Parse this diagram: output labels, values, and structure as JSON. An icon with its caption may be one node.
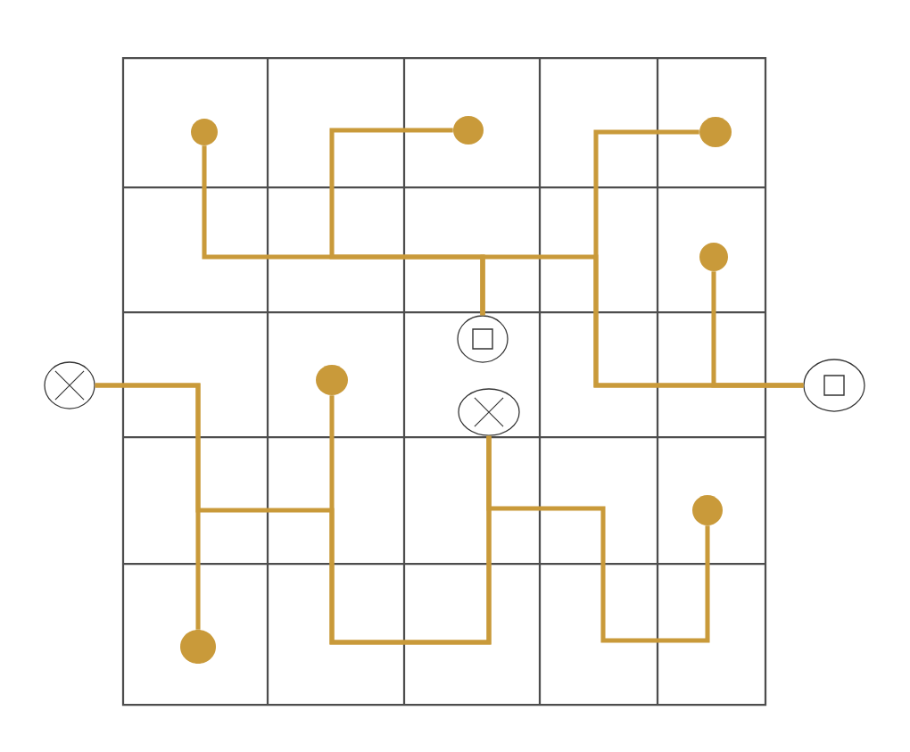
{
  "diagram": {
    "nodes": [
      {
        "text": [],
        "shape": "dot"
      },
      {
        "text": [],
        "shape": "dot"
      },
      {
        "text": [],
        "shape": "dot"
      },
      {
        "text": [],
        "shape": "dot"
      },
      {
        "text": [],
        "shape": "circle"
      },
      {
        "text": [],
        "shape": "circle"
      },
      {
        "text": [],
        "shape": "dot"
      },
      {
        "text": [],
        "shape": "circle"
      },
      {
        "text": [],
        "shape": "circle"
      },
      {
        "text": [],
        "shape": "dot"
      },
      {
        "text": [],
        "shape": "dot"
      }
    ],
    "edges": [
      {
        "from": 0,
        "to": 4,
        "arrow": "none"
      },
      {
        "from": 1,
        "to": 4,
        "arrow": "none"
      },
      {
        "from": 4,
        "to": 8,
        "arrow": "none"
      },
      {
        "from": 2,
        "to": 8,
        "arrow": "none"
      },
      {
        "from": 3,
        "to": 8,
        "arrow": "none"
      },
      {
        "from": 5,
        "to": 10,
        "arrow": "none"
      },
      {
        "from": 6,
        "to": 7,
        "arrow": "none"
      },
      {
        "from": 9,
        "to": 7,
        "arrow": "none"
      },
      {
        "from": 5,
        "to": 7,
        "arrow": "none"
      }
    ]
  }
}
